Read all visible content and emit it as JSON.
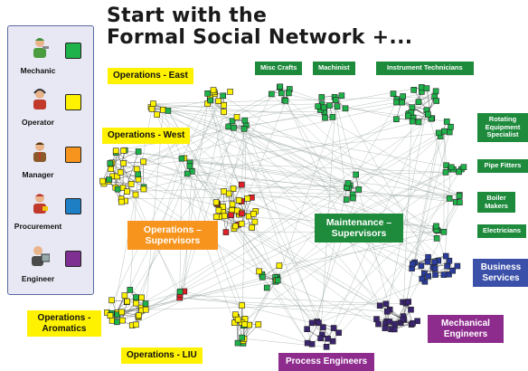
{
  "title": {
    "line1": "Start with the",
    "line2": "Formal Social Network +..."
  },
  "legend": [
    {
      "label": "Mechanic",
      "color": "#1fb14a",
      "icon": "mechanic-icon"
    },
    {
      "label": "Operator",
      "color": "#fff200",
      "icon": "operator-icon"
    },
    {
      "label": "Manager",
      "color": "#f7941d",
      "icon": "manager-icon"
    },
    {
      "label": "Procurement",
      "color": "#1f7fc4",
      "icon": "procurement-icon"
    },
    {
      "label": "Engineer",
      "color": "#7f2f92",
      "icon": "engineer-icon"
    }
  ],
  "groups": {
    "ops_east": "Operations - East",
    "ops_west": "Operations - West",
    "ops_supervisors": "Operations – Supervisors",
    "ops_aromatics": "Operations - Aromatics",
    "ops_liu": "Operations - LIU",
    "misc_crafts": "Misc Crafts",
    "machinist": "Machinist",
    "instrument_technicians": "Instrument Technicians",
    "rotating_equipment": "Rotating Equipment Specialist",
    "pipe_fitters": "Pipe Fitters",
    "boiler_makers": "Boiler Makers",
    "electricians": "Electricians",
    "maintenance_supervisors": "Maintenance – Supervisors",
    "business_services": "Business Services",
    "mechanical_engineers": "Mechanical Engineers",
    "process_engineers": "Process Engineers"
  },
  "node_colors": {
    "mechanic": "#1fb14a",
    "operator": "#fff200",
    "manager": "#e0212b",
    "business": "#2a3d9c",
    "engineer": "#3a2470"
  },
  "edge_color": "#9aa8a0"
}
